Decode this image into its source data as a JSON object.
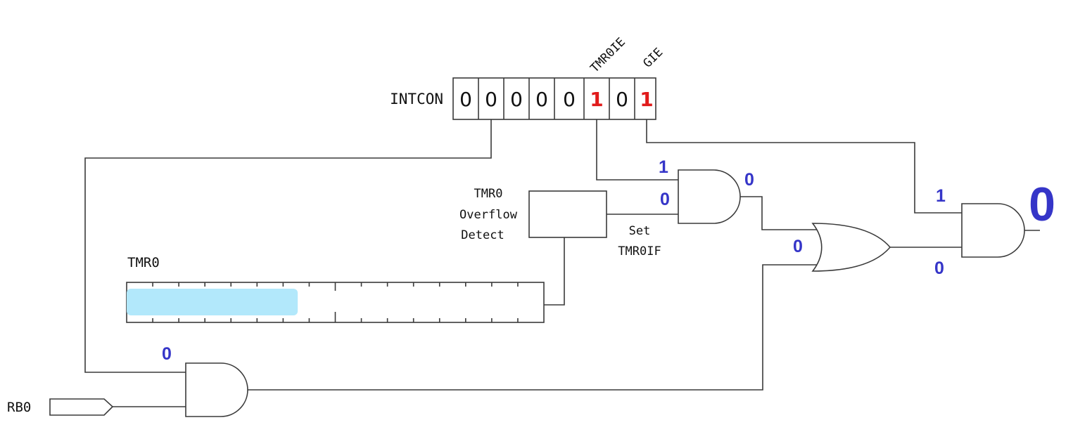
{
  "colors": {
    "signal": "#3535c8",
    "bit_set": "#e11b1b",
    "bit_clear": "#111111",
    "fill": "#b2e8fb",
    "wire": "#3a3a3a"
  },
  "intcon": {
    "label": "INTCON",
    "bits": [
      "0",
      "0",
      "0",
      "0",
      "0",
      "1",
      "0",
      "1"
    ],
    "highlighted_bits": [
      5,
      7
    ],
    "bit_names": {
      "tmr0ie": "TMR0IE",
      "gie": "GIE"
    }
  },
  "tmr0": {
    "label": "TMR0",
    "fill_fraction": 0.41
  },
  "overflow_detect": {
    "line1": "TMR0",
    "line2": "Overflow",
    "line3": "Detect"
  },
  "set_flag": {
    "line1": "Set",
    "line2": "TMR0IF"
  },
  "rb0": {
    "label": "RB0"
  },
  "signals": {
    "and1_in_tmr0ie": "1",
    "and1_in_flag": "0",
    "and1_out": "0",
    "or_in_top": "0",
    "final_and_in_gie": "1",
    "final_and_in_or": "0",
    "rb0_and_in": "0",
    "output": "0"
  }
}
